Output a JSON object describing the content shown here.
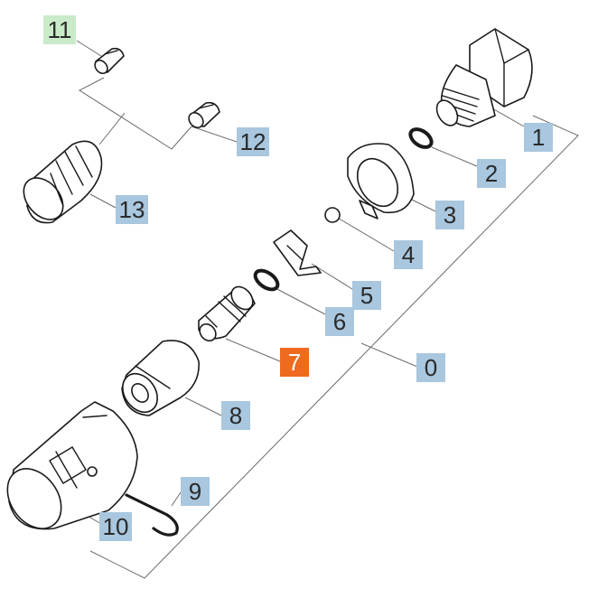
{
  "callouts": [
    {
      "id": "0",
      "label": "0",
      "style": "blue"
    },
    {
      "id": "1",
      "label": "1",
      "style": "blue"
    },
    {
      "id": "2",
      "label": "2",
      "style": "blue"
    },
    {
      "id": "3",
      "label": "3",
      "style": "blue"
    },
    {
      "id": "4",
      "label": "4",
      "style": "blue"
    },
    {
      "id": "5",
      "label": "5",
      "style": "blue"
    },
    {
      "id": "6",
      "label": "6",
      "style": "blue"
    },
    {
      "id": "7",
      "label": "7",
      "style": "orange"
    },
    {
      "id": "8",
      "label": "8",
      "style": "blue"
    },
    {
      "id": "9",
      "label": "9",
      "style": "blue"
    },
    {
      "id": "10",
      "label": "10",
      "style": "blue"
    },
    {
      "id": "11",
      "label": "11",
      "style": "green"
    },
    {
      "id": "12",
      "label": "12",
      "style": "blue"
    },
    {
      "id": "13",
      "label": "13",
      "style": "blue"
    }
  ],
  "colors": {
    "callout_blue": "#a9c7de",
    "callout_green": "#c9ebc9",
    "callout_orange": "#ee6a1f",
    "line_art": "#1a1a1a",
    "leader_line": "#6b6b6b"
  }
}
